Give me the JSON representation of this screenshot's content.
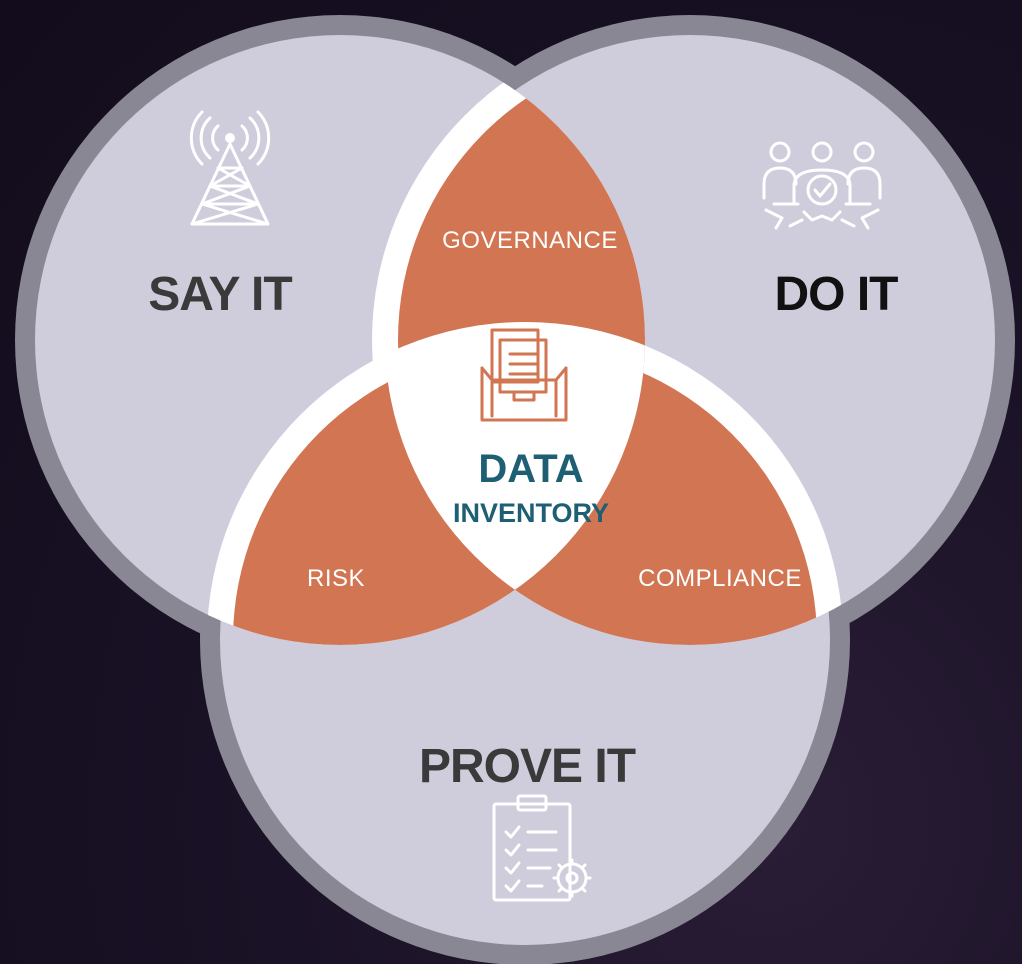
{
  "circles": {
    "say": {
      "label": "SAY IT",
      "label_color": "#3a3a3a",
      "icon": "radio-tower-icon"
    },
    "do": {
      "label": "DO IT",
      "label_color": "#111111",
      "icon": "team-gear-icon"
    },
    "prove": {
      "label": "PROVE IT",
      "label_color": "#3a3a3a",
      "icon": "checklist-clipboard-icon"
    }
  },
  "intersections": {
    "say_do": "GOVERNANCE",
    "say_prove": "RISK",
    "do_prove": "COMPLIANCE"
  },
  "center": {
    "title": "DATA",
    "subtitle": "INVENTORY",
    "icon": "file-box-icon",
    "text_color": "#1e5f74"
  },
  "colors": {
    "circle_fill": "#cfcddc",
    "circle_ring": "#8a8794",
    "petal_fill": "#d27552",
    "center_fill": "#ffffff",
    "background": "#140e1e"
  }
}
